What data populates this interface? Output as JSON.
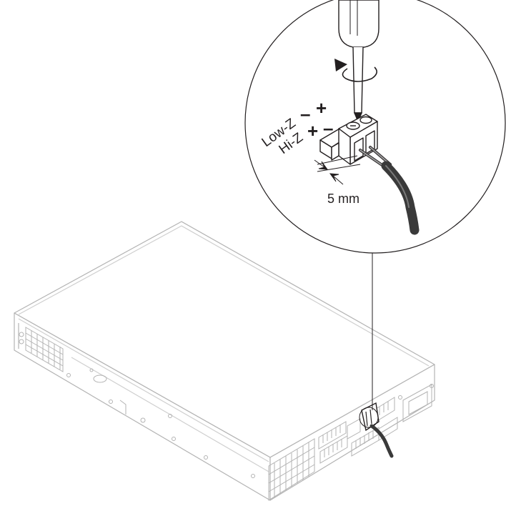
{
  "labels": {
    "low_z": "Low-Z",
    "hi_z": "Hi-Z",
    "low_z_minus": "–",
    "low_z_plus": "+",
    "hi_z_plus": "+",
    "hi_z_minus": "–",
    "strip_length": "5 mm"
  },
  "colors": {
    "line": "#231f20",
    "device_line": "#b3b3b3",
    "cable": "#3a3a3a",
    "cable_highlight": "#9a9a9a"
  }
}
